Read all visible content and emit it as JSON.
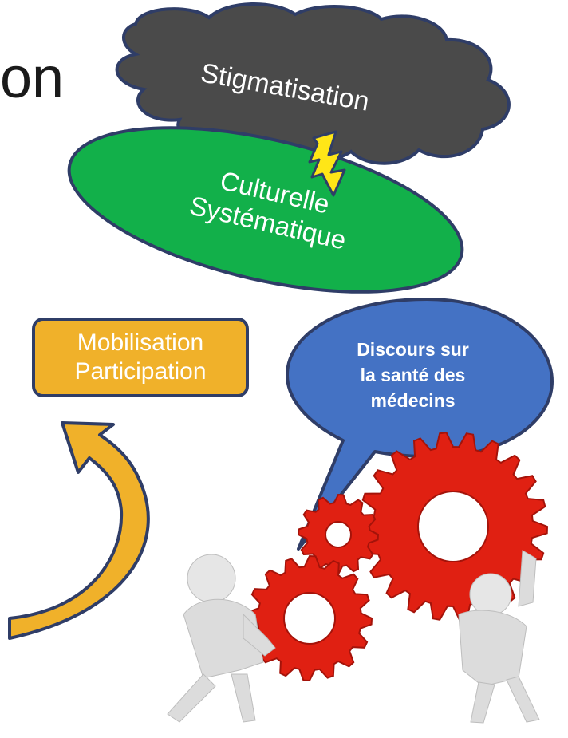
{
  "slide": {
    "title_fragment": "on",
    "cloud_label": "Stigmatisation",
    "ellipse_lines": [
      "Culturelle",
      "Systématique"
    ],
    "mobilisation_lines": [
      "Mobilisation",
      "Participation"
    ],
    "speech_lines": [
      "Discours sur",
      "la santé des",
      "médecins"
    ]
  },
  "colors": {
    "cloud_fill": "#4a4a4a",
    "cloud_stroke": "#2f3d67",
    "ellipse_fill": "#12b04a",
    "lightning_fill": "#ffe617",
    "box_fill": "#f0b12a",
    "arrow_fill": "#f0b12a",
    "speech_fill": "#4472c4",
    "gear_fill": "#e02012",
    "outline": "#2f3d67"
  },
  "icons": [
    "lightning-bolt-icon",
    "curved-arrow-icon",
    "gear-icon",
    "person-figure-icon"
  ]
}
